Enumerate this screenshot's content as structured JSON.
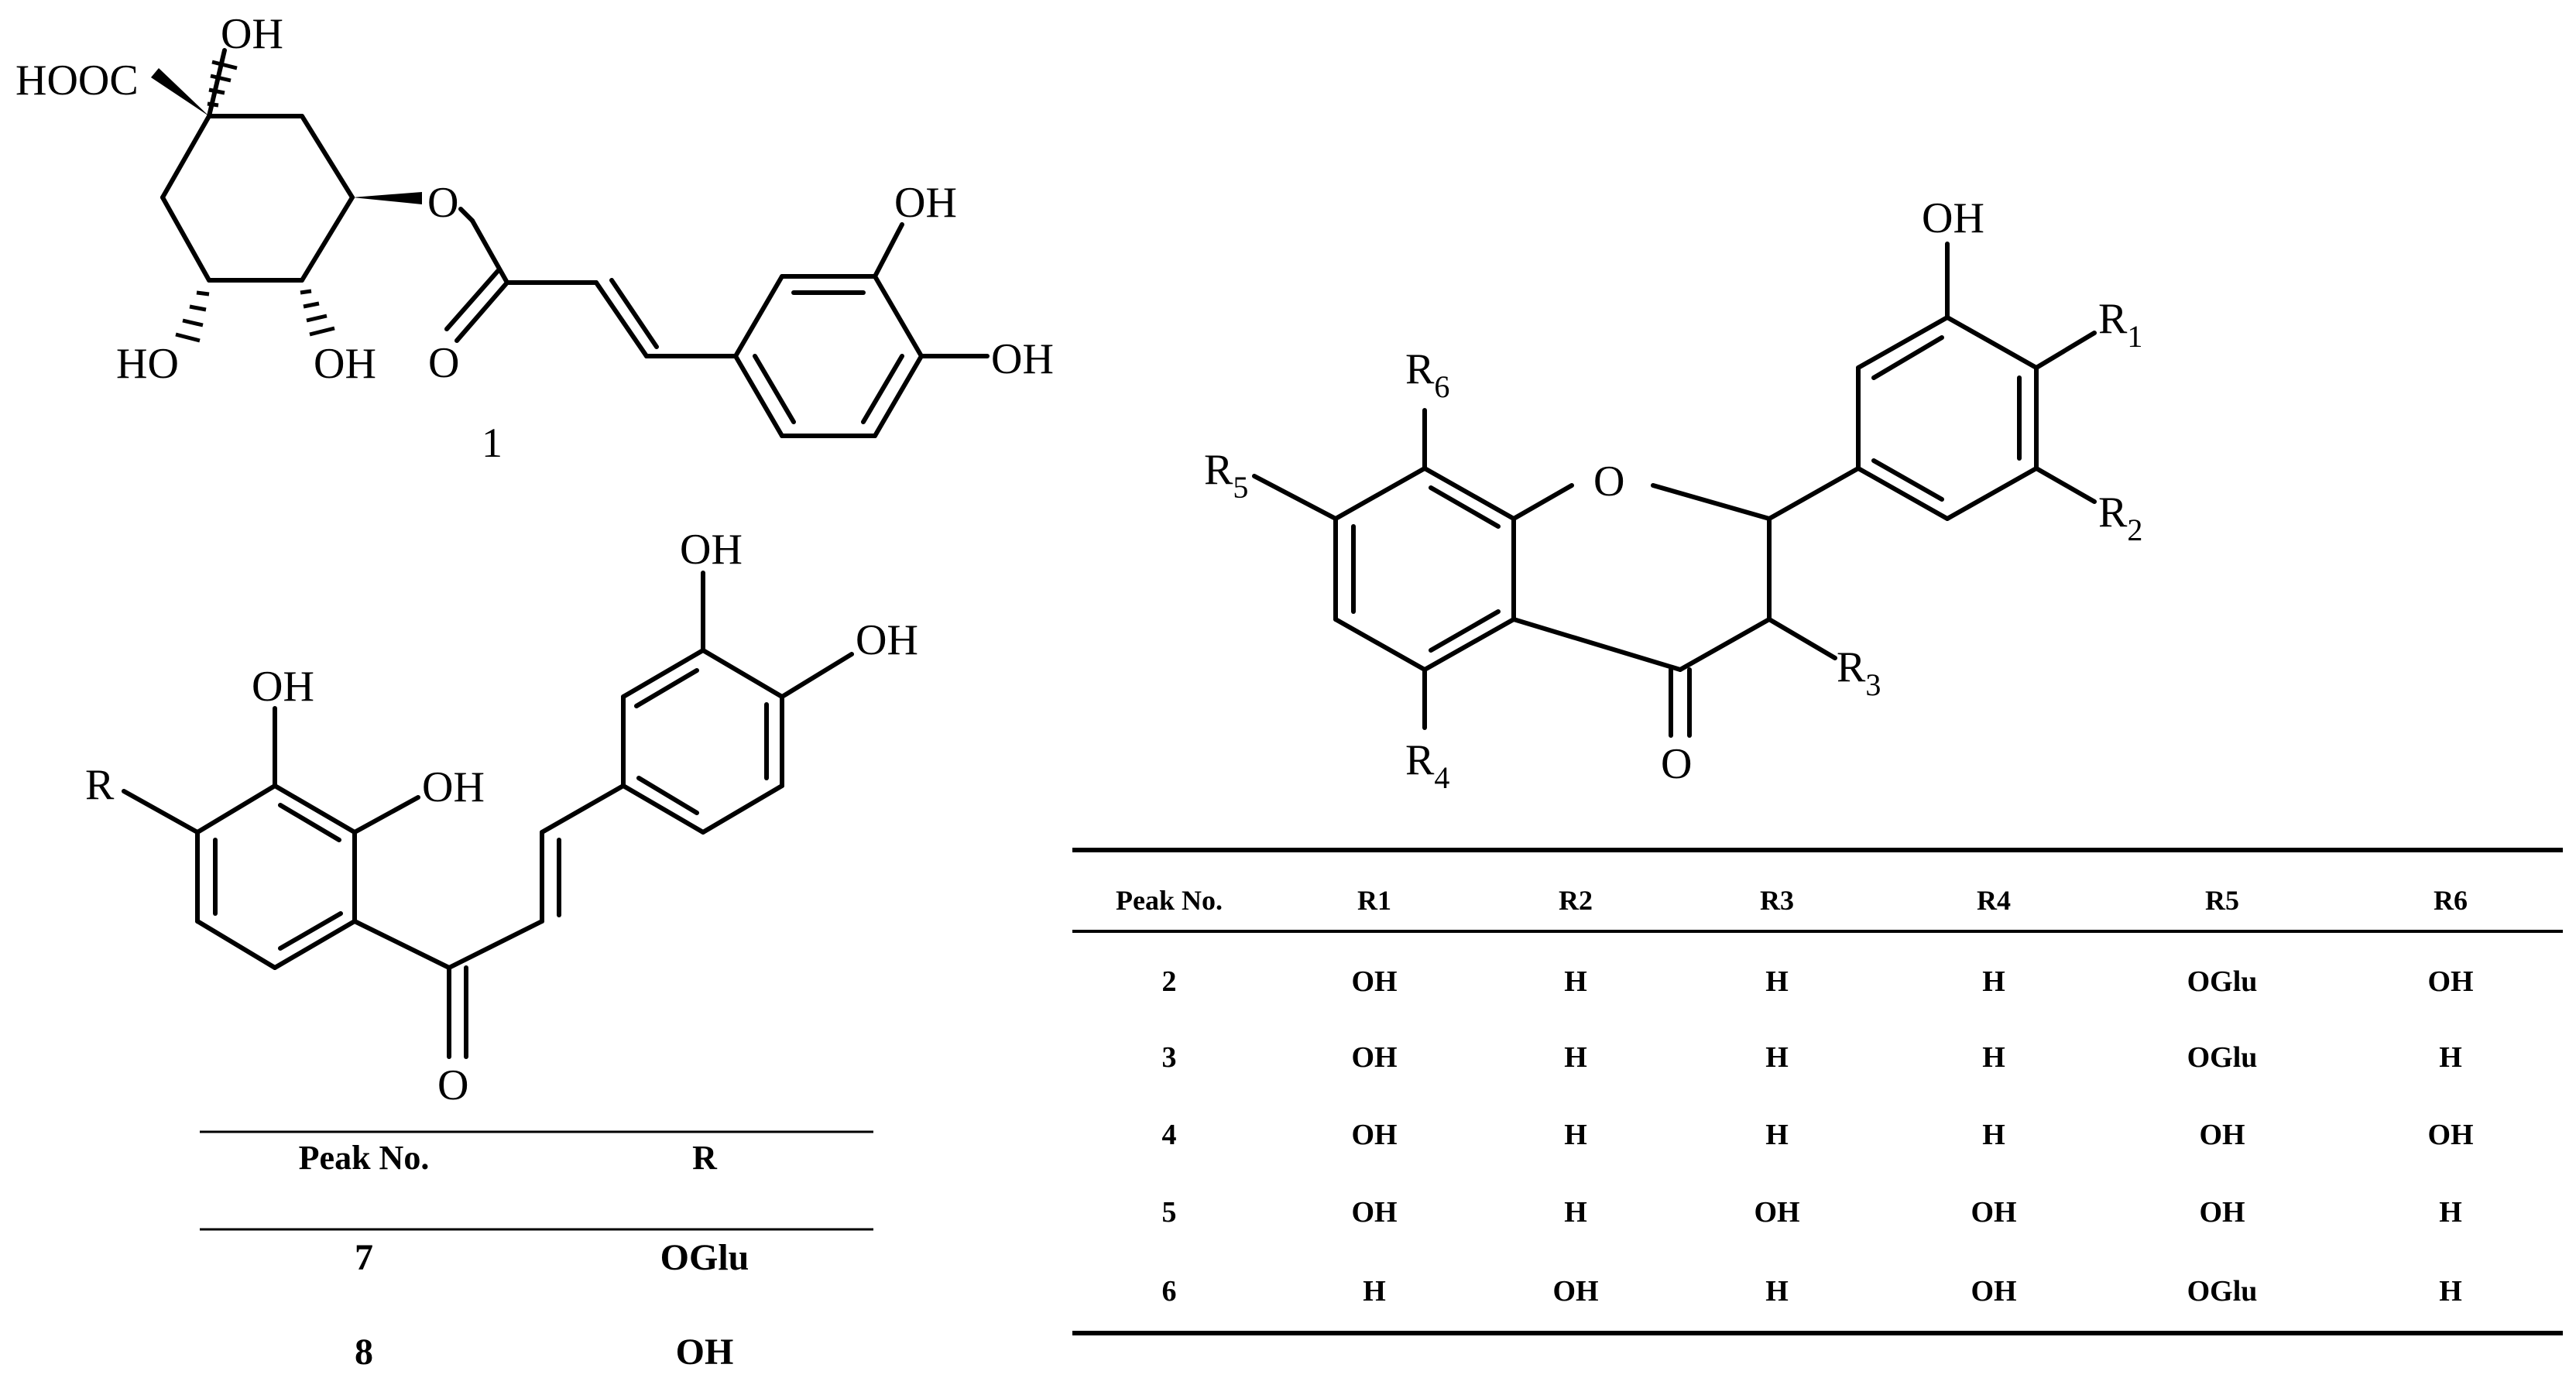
{
  "compound1": {
    "number": "1",
    "atoms": {
      "cooh": "HOOC",
      "oh_top": "OH",
      "ester_o": "O",
      "carbonyl_o": "O",
      "ho_left": "HO",
      "oh_mid": "OH",
      "ar_oh_3": "OH",
      "ar_oh_4": "OH"
    }
  },
  "chalcone": {
    "atoms": {
      "r": "R",
      "oh_a": "OH",
      "oh_b": "OH",
      "oh_c": "OH",
      "oh_d": "OH",
      "carbonyl_o": "O"
    },
    "table": {
      "headers": [
        "Peak No.",
        "R"
      ],
      "rows": [
        [
          "7",
          "OGlu"
        ],
        [
          "8",
          "OH"
        ]
      ]
    }
  },
  "flavanone": {
    "atoms": {
      "ring_o": "O",
      "carbonyl_o": "O",
      "oh_top": "OH",
      "r1": "R",
      "r1_sub": "1",
      "r2": "R",
      "r2_sub": "2",
      "r3": "R",
      "r3_sub": "3",
      "r4": "R",
      "r4_sub": "4",
      "r5": "R",
      "r5_sub": "5",
      "r6": "R",
      "r6_sub": "6"
    },
    "table": {
      "headers": [
        "Peak No.",
        "R1",
        "R2",
        "R3",
        "R4",
        "R5",
        "R6"
      ],
      "rows": [
        [
          "2",
          "OH",
          "H",
          "H",
          "H",
          "OGlu",
          "OH"
        ],
        [
          "3",
          "OH",
          "H",
          "H",
          "H",
          "OGlu",
          "H"
        ],
        [
          "4",
          "OH",
          "H",
          "H",
          "H",
          "OH",
          "OH"
        ],
        [
          "5",
          "OH",
          "H",
          "OH",
          "OH",
          "OH",
          "H"
        ],
        [
          "6",
          "H",
          "OH",
          "H",
          "OH",
          "OGlu",
          "H"
        ]
      ]
    }
  }
}
